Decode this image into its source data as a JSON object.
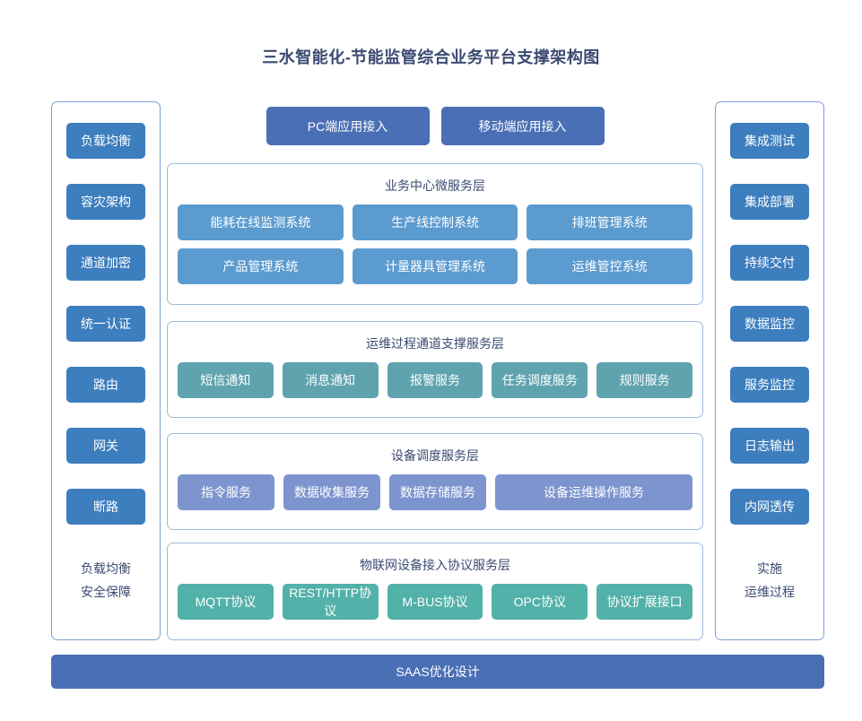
{
  "title": "三水智能化-节能监管综合业务平台支撑架构图",
  "colors": {
    "title_text": "#3b4a72",
    "side_button": "#3d7ebe",
    "top_button": "#4a6fb5",
    "business_layer": "#5b9bd0",
    "ops_layer": "#5fa3ae",
    "device_layer": "#7e94ce",
    "iot_layer": "#52b1a8",
    "bottom_bar": "#4a6fb5",
    "panel_border": "#7e9fd4",
    "layer_border": "#9fb8dd",
    "background": "#ffffff"
  },
  "left_panel": {
    "items": [
      {
        "label": "负载均衡"
      },
      {
        "label": "容灾架构"
      },
      {
        "label": "通道加密"
      },
      {
        "label": "统一认证"
      },
      {
        "label": "路由"
      },
      {
        "label": "网关"
      },
      {
        "label": "断路"
      }
    ],
    "footer_line1": "负载均衡",
    "footer_line2": "安全保障"
  },
  "right_panel": {
    "items": [
      {
        "label": "集成测试"
      },
      {
        "label": "集成部署"
      },
      {
        "label": "持续交付"
      },
      {
        "label": "数据监控"
      },
      {
        "label": "服务监控"
      },
      {
        "label": "日志输出"
      },
      {
        "label": "内网透传"
      }
    ],
    "footer_line1": "实施",
    "footer_line2": "运维过程"
  },
  "top_access": {
    "buttons": [
      {
        "label": "PC端应用接入"
      },
      {
        "label": "移动端应用接入"
      }
    ]
  },
  "layers": [
    {
      "id": "business",
      "title": "业务中心微服务层",
      "rows": [
        [
          {
            "label": "能耗在线监测系统"
          },
          {
            "label": "生产线控制系统"
          },
          {
            "label": "排班管理系统"
          }
        ],
        [
          {
            "label": "产品管理系统"
          },
          {
            "label": "计量器具管理系统"
          },
          {
            "label": "运维管控系统"
          }
        ]
      ]
    },
    {
      "id": "ops",
      "title": "运维过程通道支撑服务层",
      "rows": [
        [
          {
            "label": "短信通知"
          },
          {
            "label": "消息通知"
          },
          {
            "label": "报警服务"
          },
          {
            "label": "任务调度服务"
          },
          {
            "label": "规则服务"
          }
        ]
      ]
    },
    {
      "id": "device",
      "title": "设备调度服务层",
      "rows": [
        [
          {
            "label": "指令服务"
          },
          {
            "label": "数据收集服务"
          },
          {
            "label": "数据存储服务"
          },
          {
            "label": "设备运维操作服务",
            "wide": true
          }
        ]
      ]
    },
    {
      "id": "iot",
      "title": "物联网设备接入协议服务层",
      "rows": [
        [
          {
            "label": "MQTT协议"
          },
          {
            "label": "REST/HTTP协议"
          },
          {
            "label": "M-BUS协议"
          },
          {
            "label": "OPC协议"
          },
          {
            "label": "协议扩展接口"
          }
        ]
      ]
    }
  ],
  "bottom_bar": {
    "label": "SAAS优化设计"
  }
}
